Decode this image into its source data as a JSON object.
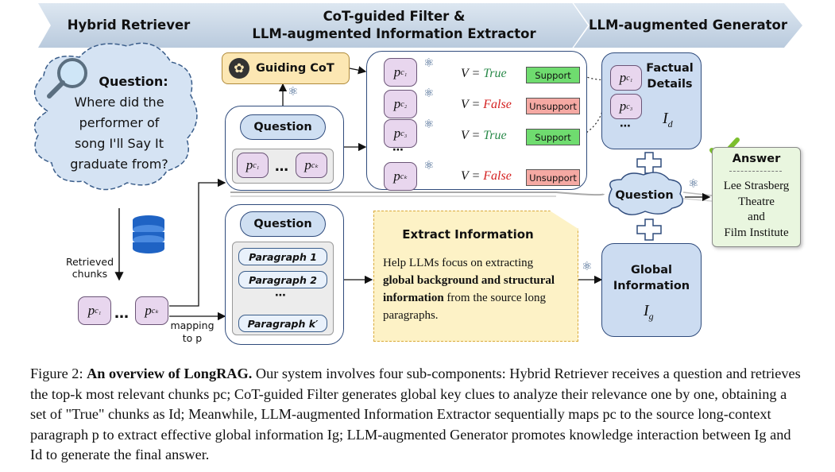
{
  "stages": {
    "retriever": "Hybrid Retriever",
    "filter_line1": "CoT-guided Filter &",
    "filter_line2": "LLM-augmented Information Extractor",
    "generator": "LLM-augmented Generator"
  },
  "question_cloud": {
    "title": "Question:",
    "text_lines": [
      "Where did the",
      "performer of",
      "song I'll Say It",
      "graduate from?"
    ]
  },
  "retrieved_label_lines": [
    "Retrieved",
    "chunks"
  ],
  "mapping_label_lines": [
    "mapping",
    "to p"
  ],
  "chunk_labels": {
    "c1": "p",
    "c1_sub": "c₁",
    "ck": "p",
    "ck_sub": "cₖ",
    "c2_sub": "c₂",
    "c3_sub": "c₃",
    "ellipsis": "…",
    "dots": "⋯"
  },
  "guiding_cot": "Guiding CoT",
  "question_label": "Question",
  "filter_rows": [
    {
      "sub": "c₁",
      "v_prefix": "V = ",
      "v": "True",
      "badge": "Support",
      "status": "support"
    },
    {
      "sub": "c₂",
      "v_prefix": "V = ",
      "v": "False",
      "badge": "Unsupport",
      "status": "unsupport"
    },
    {
      "sub": "c₃",
      "v_prefix": "V = ",
      "v": "True",
      "badge": "Support",
      "status": "support"
    },
    {
      "sub": "cₖ",
      "v_prefix": "V = ",
      "v": "False",
      "badge": "Unsupport",
      "status": "unsupport"
    }
  ],
  "paragraphs": [
    "Paragraph 1",
    "Paragraph 2",
    "Paragraph k′"
  ],
  "extract": {
    "title": "Extract Information",
    "line1": "Help LLMs focus on extracting",
    "bold1": "global background and structural",
    "bold2": "information",
    "line3": " from the source long",
    "line4": "paragraphs."
  },
  "factual": {
    "title_line1": "Factual",
    "title_line2": "Details",
    "symbol": "I",
    "symbol_sub": "d"
  },
  "global_info": {
    "title_line1": "Global",
    "title_line2": "Information",
    "symbol": "I",
    "symbol_sub": "g"
  },
  "answer": {
    "title": "Answer",
    "lines": [
      "Lee Strasberg",
      "Theatre",
      "and",
      "Film Institute"
    ]
  },
  "caption": {
    "fig": "Figure 2: ",
    "bold": "An overview of LongRAG.",
    "text": " Our system involves four sub-components: Hybrid Retriever receives a question and retrieves the top-k most relevant chunks pc; CoT-guided Filter generates global key clues to analyze their relevance one by one, obtaining a set of \"True\" chunks as Id; Meanwhile, LLM-augmented Information Extractor sequentially maps pc to the source long-context paragraph p to extract effective global information Ig; LLM-augmented Generator promotes knowledge interaction between Ig and Id to generate the final answer."
  },
  "colors": {
    "true": "#2a8a4a",
    "false": "#d42020",
    "panel_border": "#2f4b7c",
    "chunk_fill": "#e8d6ee",
    "note_fill": "#fdf2c6"
  }
}
